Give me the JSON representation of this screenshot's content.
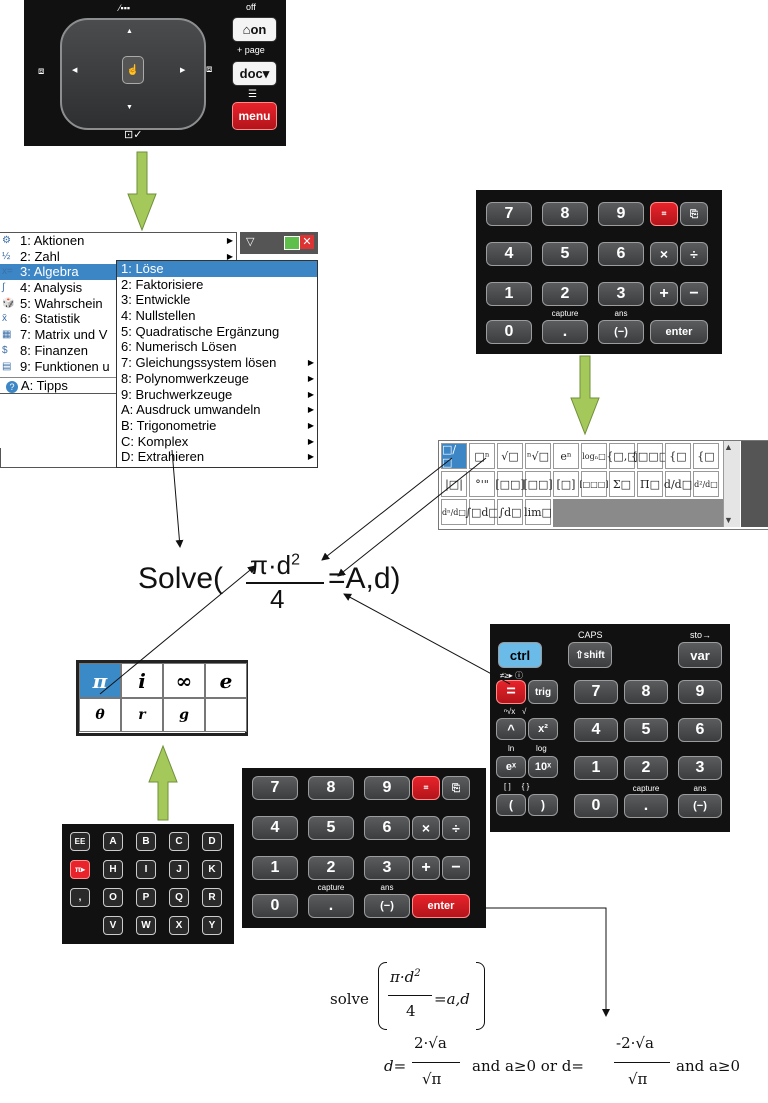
{
  "nav_pad": {
    "off_label": "off",
    "on_label": "on",
    "page_label": "+ page",
    "doc_label": "doc",
    "menu_label": "menu"
  },
  "menu": {
    "left_items": [
      {
        "label": "1: Aktionen"
      },
      {
        "label": "2: Zahl"
      },
      {
        "label": "3: Algebra"
      },
      {
        "label": "4: Analysis"
      },
      {
        "label": "5: Wahrschein"
      },
      {
        "label": "6: Statistik"
      },
      {
        "label": "7: Matrix und V"
      },
      {
        "label": "8: Finanzen"
      },
      {
        "label": "9: Funktionen u"
      }
    ],
    "tips_label": "A: Tipps",
    "submenu": [
      {
        "label": "1: Löse"
      },
      {
        "label": "2: Faktorisiere"
      },
      {
        "label": "3: Entwickle"
      },
      {
        "label": "4: Nullstellen"
      },
      {
        "label": "5: Quadratische Ergänzung"
      },
      {
        "label": "6: Numerisch Lösen"
      },
      {
        "label": "7: Gleichungssystem lösen"
      },
      {
        "label": "8: Polynomwerkzeuge"
      },
      {
        "label": "9: Bruchwerkzeuge"
      },
      {
        "label": "A: Ausdruck umwandeln"
      },
      {
        "label": "B: Trigonometrie"
      },
      {
        "label": "C: Komplex"
      },
      {
        "label": "D: Extrahieren"
      }
    ]
  },
  "numpad_top": {
    "keys": [
      "7",
      "8",
      "9",
      "4",
      "5",
      "6",
      "1",
      "2",
      "3",
      "0",
      ".",
      "(−)"
    ],
    "enter_label": "enter",
    "capture_label": "capture",
    "ans_label": "ans",
    "times": "×",
    "divide": "÷",
    "plus": "+",
    "minus": "−"
  },
  "templates": {
    "row1": [
      "□/□",
      "□ⁿ",
      "√□",
      "ⁿ√□",
      "eⁿ",
      "logₙ□",
      "{□,□",
      "{□□□",
      "{□",
      "{□"
    ],
    "row2": [
      "|□|",
      "°'\"",
      "[□□]",
      "[□□]",
      "[□]",
      "[□□□]",
      "Σ□",
      "Π□",
      "d/d□",
      "d²/d□"
    ],
    "row3": [
      "dⁿ/d□",
      "∫□d□",
      "∫d□",
      "lim□"
    ]
  },
  "formula": {
    "prefix": "Solve(",
    "numerator": "π·d",
    "exponent": "2",
    "denominator": "4",
    "suffix": "=A,d)"
  },
  "symbols": {
    "row1": [
      "π",
      "i",
      "∞",
      "e"
    ],
    "row2": [
      "θ",
      "r",
      "g",
      ""
    ]
  },
  "ctrl_pad": {
    "caps_label": "CAPS",
    "sto_label": "sto→",
    "ctrl_label": "ctrl",
    "shift_label": "shift",
    "var_label": "var",
    "eq_label": "=",
    "trig_label": "trig",
    "caret_label": "^",
    "x2_label": "x²",
    "ex_label": "eˣ",
    "tenx_label": "10ˣ",
    "lparen": "(",
    "rparen": ")",
    "ln_label": "ln",
    "log_label": "log",
    "keys": [
      "7",
      "8",
      "9",
      "4",
      "5",
      "6",
      "1",
      "2",
      "3",
      "0",
      ".",
      "(−)"
    ],
    "capture_label": "capture",
    "ans_label": "ans"
  },
  "alpha_pad": {
    "keys": [
      [
        "EE",
        "A",
        "B",
        "C",
        "D"
      ],
      [
        "π▸",
        "H",
        "I",
        "J",
        "K"
      ],
      [
        ",",
        "O",
        "P",
        "Q",
        "R"
      ],
      [
        "",
        "V",
        "W",
        "X",
        "Y"
      ]
    ]
  },
  "numpad_bottom": {
    "keys": [
      "7",
      "8",
      "9",
      "4",
      "5",
      "6",
      "1",
      "2",
      "3",
      "0",
      ".",
      "(−)"
    ],
    "enter_label": "enter",
    "capture_label": "capture",
    "ans_label": "ans",
    "times": "×",
    "divide": "÷",
    "plus": "+",
    "minus": "−"
  },
  "result": {
    "solve_word": "solve",
    "numerator": "π·d",
    "exponent": "2",
    "denominator": "4",
    "tail": "=a,d",
    "d_eq": "d=",
    "num1": "2·√a",
    "den": "√π",
    "and1": "and a≥0 or d=",
    "num2": "-2·√a",
    "and2": "and a≥0"
  },
  "colors": {
    "arrow_green": "#a4c95a",
    "highlight_blue": "#3d86c6",
    "key_red": "#e8232b"
  }
}
